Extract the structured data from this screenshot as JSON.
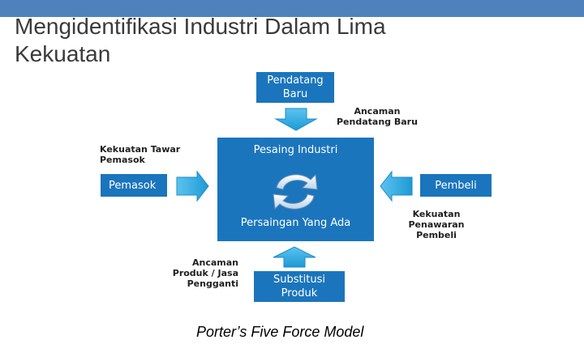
{
  "slide": {
    "title_line1": "Mengidentifikasi Industri Dalam Lima",
    "title_line2": "Kekuatan",
    "caption": "Porter’s Five Force Model"
  },
  "diagram": {
    "new_entrants": {
      "line1": "Pendatang",
      "line2": "Baru"
    },
    "threat_new_entrants": {
      "line1": "Ancaman",
      "line2": "Pendatang Baru"
    },
    "center": {
      "top": "Pesaing Industri",
      "bottom": "Persaingan Yang Ada",
      "icon": "cycle-arrows-icon"
    },
    "suppliers": {
      "label": "Pemasok"
    },
    "supplier_power": {
      "line1": "Kekuatan Tawar",
      "line2": "Pemasok"
    },
    "buyers": {
      "label": "Pembeli"
    },
    "buyer_power": {
      "line1": "Kekuatan",
      "line2": "Penawaran",
      "line3": "Pembeli"
    },
    "threat_substitutes": {
      "line1": "Ancaman",
      "line2": "Produk / Jasa",
      "line3": "Pengganti"
    },
    "substitutes": {
      "line1": "Substitusi",
      "line2": "Produk"
    },
    "colors": {
      "box": "#1b75bc",
      "arrow": "#29a8e0",
      "topbar": "#4f81bd"
    }
  }
}
